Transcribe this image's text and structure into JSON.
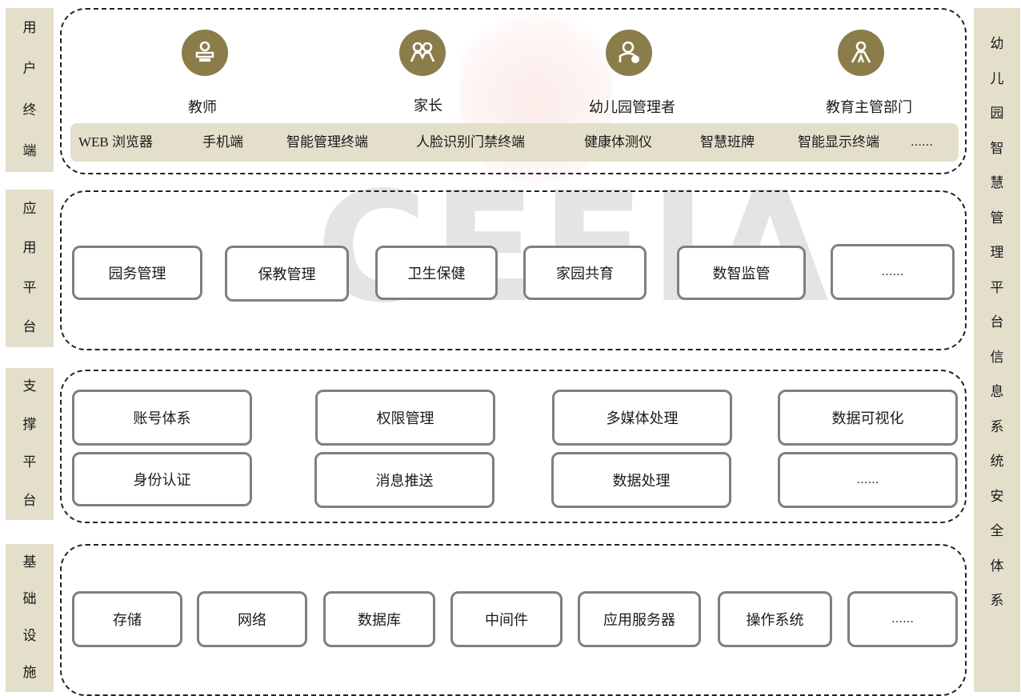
{
  "watermark": "CEFIA",
  "layers": {
    "user_terminal": {
      "label": [
        "用",
        "户",
        "终",
        "端"
      ]
    },
    "app_platform": {
      "label": [
        "应",
        "用",
        "平",
        "台"
      ]
    },
    "support_platform": {
      "label": [
        "支",
        "撑",
        "平",
        "台"
      ]
    },
    "infrastructure": {
      "label": [
        "基",
        "础",
        "设",
        "施"
      ]
    }
  },
  "right_bar": [
    "幼",
    "儿",
    "园",
    "智",
    "慧",
    "管",
    "理",
    "平",
    "台",
    "信",
    "息",
    "系",
    "统",
    "安",
    "全",
    "体",
    "系"
  ],
  "users": [
    {
      "label": "教师",
      "icon": "teacher-icon"
    },
    {
      "label": "家长",
      "icon": "parents-icon"
    },
    {
      "label": "幼儿园管理者",
      "icon": "admin-icon"
    },
    {
      "label": "教育主管部门",
      "icon": "department-icon"
    }
  ],
  "terminals": [
    "WEB 浏览器",
    "手机端",
    "智能管理终端",
    "人脸识别门禁终端",
    "健康体测仪",
    "智慧班牌",
    "智能显示终端",
    "……"
  ],
  "apps": [
    "园务管理",
    "保教管理",
    "卫生保健",
    "家园共育",
    "数智监管",
    "……"
  ],
  "support": [
    "账号体系",
    "权限管理",
    "多媒体处理",
    "数据可视化",
    "身份认证",
    "消息推送",
    "数据处理",
    "……"
  ],
  "infra": [
    "存储",
    "网络",
    "数据库",
    "中间件",
    "应用服务器",
    "操作系统",
    "……"
  ],
  "colors": {
    "sidebar": "#e3dfcb",
    "icon_bg": "#8b7d4a",
    "box_border": "#7f7f7f"
  }
}
